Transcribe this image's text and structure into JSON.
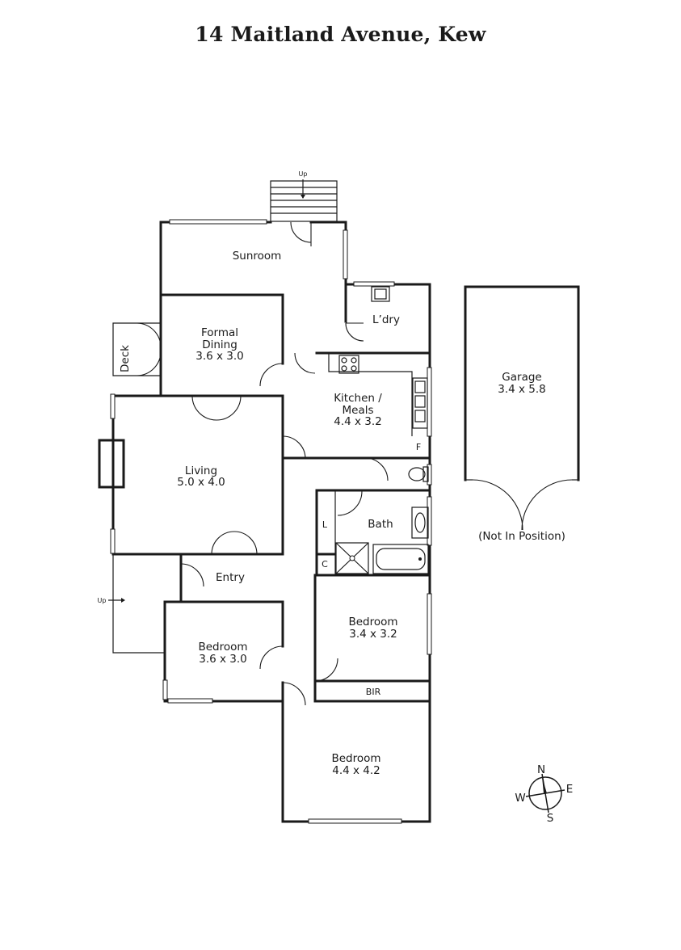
{
  "title": "14 Maitland Avenue, Kew",
  "rooms": {
    "sunroom": {
      "name": "Sunroom",
      "dims": ""
    },
    "laundry": {
      "name": "L’dry",
      "dims": ""
    },
    "deck": {
      "name": "Deck",
      "dims": ""
    },
    "formal_dining": {
      "name": "Formal",
      "name2": "Dining",
      "dims": "3.6 x 3.0"
    },
    "kitchen": {
      "name": "Kitchen /",
      "name2": "Meals",
      "dims": "4.4 x 3.2"
    },
    "living": {
      "name": "Living",
      "dims": "5.0 x 4.0"
    },
    "bath": {
      "name": "Bath",
      "dims": ""
    },
    "entry": {
      "name": "Entry",
      "dims": ""
    },
    "bedroom_east": {
      "name": "Bedroom",
      "dims": "3.4 x 3.2"
    },
    "bedroom_west": {
      "name": "Bedroom",
      "dims": "3.6 x 3.0"
    },
    "bedroom_south": {
      "name": "Bedroom",
      "dims": "4.4 x 4.2"
    },
    "bir": {
      "name": "BIR"
    },
    "garage": {
      "name": "Garage",
      "dims": "3.4 x 5.8",
      "note": "(Not In Position)"
    }
  },
  "fixtures": {
    "fridge": "F",
    "linen": "L",
    "cupboard": "C"
  },
  "stairs": {
    "top": "Up",
    "side": "Up"
  },
  "compass": {
    "n": "N",
    "e": "E",
    "s": "S",
    "w": "W"
  }
}
